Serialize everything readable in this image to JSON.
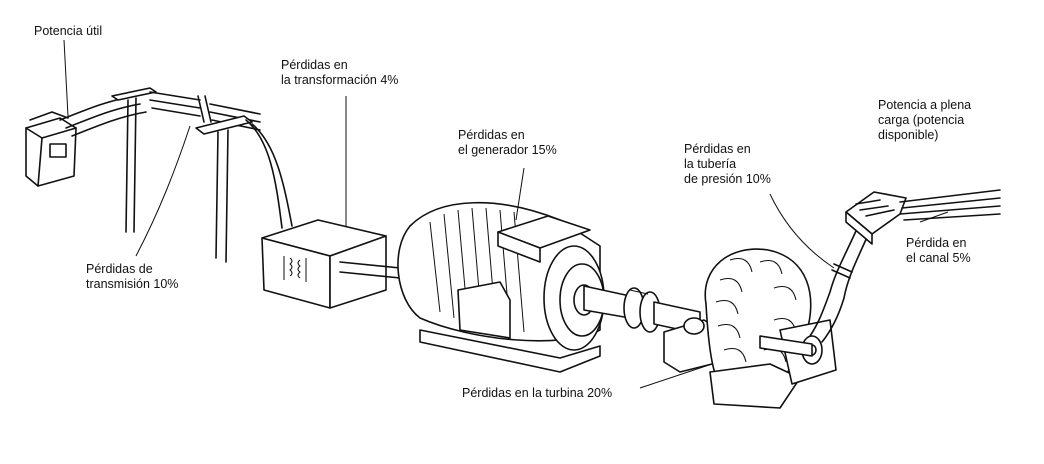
{
  "labels": {
    "useful_power": "Potencia útil",
    "transformation_loss": "Pérdidas en\nla transformación 4%",
    "generator_loss": "Pérdidas en\nel generador 15%",
    "penstock_loss": "Pérdidas en\nla tubería\nde presión 10%",
    "full_load_power": "Potencia a plena\ncarga (potencia\ndisponible)",
    "transmission_loss": "Pérdidas de\ntransmisión 10%",
    "canal_loss": "Pérdida en\nel canal 5%",
    "turbine_loss": "Pérdidas en la turbina 20%"
  }
}
